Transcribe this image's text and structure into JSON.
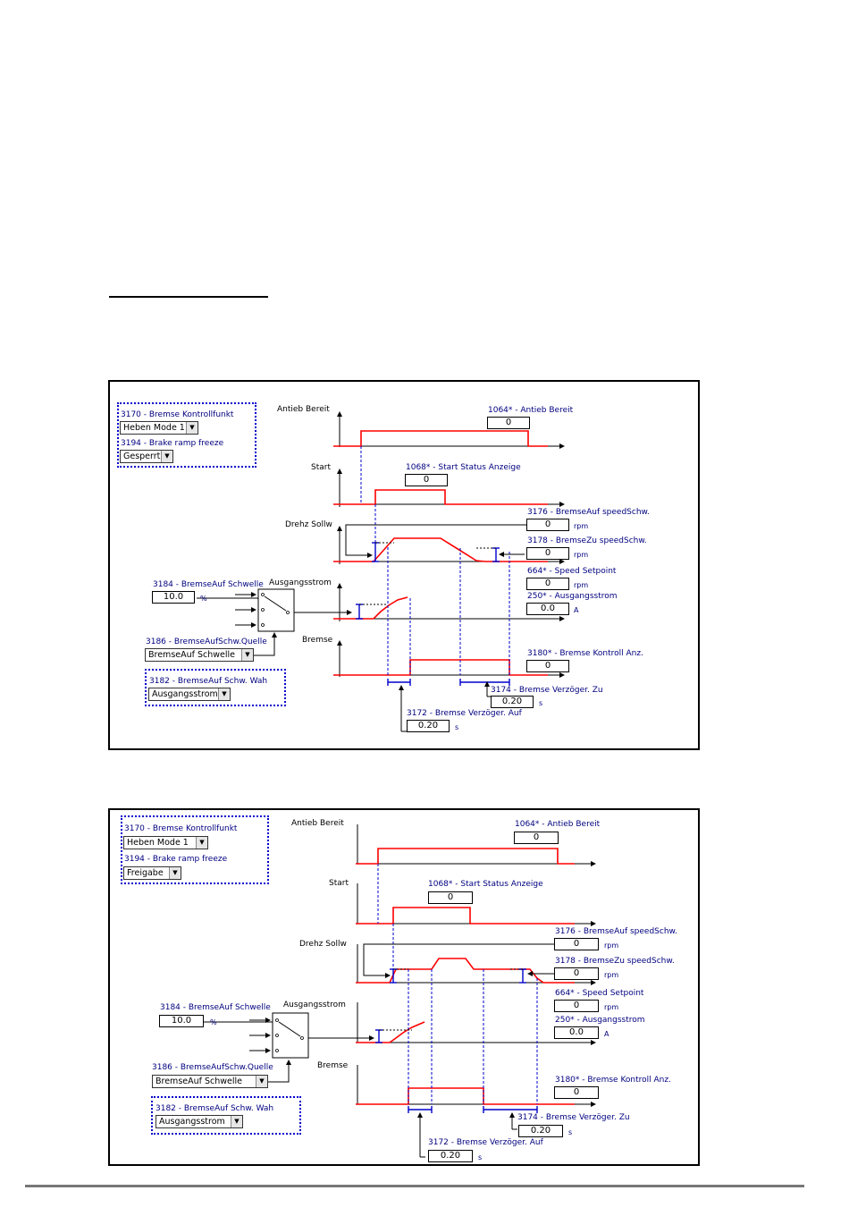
{
  "panels": [
    {
      "sections": {
        "antieb": "Antieb Bereit",
        "start": "Start",
        "drehz": "Drehz Sollw",
        "ausgang": "Ausgangsstrom",
        "bremse": "Bremse"
      },
      "params": {
        "p3170": {
          "label": "3170 - Bremse Kontrollfunkt",
          "value": "Heben Mode 1"
        },
        "p3194": {
          "label": "3194 - Brake ramp freeze",
          "value": "Gesperrt"
        },
        "p1064": {
          "label": "1064* - Antieb Bereit",
          "value": "0"
        },
        "p1068": {
          "label": "1068* - Start Status Anzeige",
          "value": "0"
        },
        "p3176": {
          "label": "3176 - BremseAuf speedSchw.",
          "value": "0",
          "unit": "rpm"
        },
        "p3178": {
          "label": "3178 - BremseZu speedSchw.",
          "value": "0",
          "unit": "rpm"
        },
        "p664": {
          "label": "664* - Speed Setpoint",
          "value": "0",
          "unit": "rpm"
        },
        "p250": {
          "label": "250* - Ausgangsstrom",
          "value": "0.0",
          "unit": "A"
        },
        "p3184": {
          "label": "3184 - BremseAuf Schwelle",
          "value": "10.0",
          "unit": "%"
        },
        "p3186": {
          "label": "3186 - BremseAufSchw.Quelle",
          "value": "BremseAuf Schwelle"
        },
        "p3182": {
          "label": "3182 - BremseAuf Schw. Wah",
          "value": "Ausgangsstrom"
        },
        "p3180": {
          "label": "3180* - Bremse Kontroll Anz.",
          "value": "0"
        },
        "p3174": {
          "label": "3174 - Bremse Verzöger. Zu",
          "value": "0.20",
          "unit": "s"
        },
        "p3172": {
          "label": "3172 - Bremse Verzöger. Auf",
          "value": "0.20",
          "unit": "s"
        }
      }
    },
    {
      "sections": {
        "antieb": "Antieb Bereit",
        "start": "Start",
        "drehz": "Drehz Sollw",
        "ausgang": "Ausgangsstrom",
        "bremse": "Bremse"
      },
      "params": {
        "p3170": {
          "label": "3170 - Bremse Kontrollfunkt",
          "value": "Heben Mode 1"
        },
        "p3194": {
          "label": "3194 - Brake ramp freeze",
          "value": "Freigabe"
        },
        "p1064": {
          "label": "1064* - Antieb Bereit",
          "value": "0"
        },
        "p1068": {
          "label": "1068* - Start Status Anzeige",
          "value": "0"
        },
        "p3176": {
          "label": "3176 - BremseAuf speedSchw.",
          "value": "0",
          "unit": "rpm"
        },
        "p3178": {
          "label": "3178 - BremseZu speedSchw.",
          "value": "0",
          "unit": "rpm"
        },
        "p664": {
          "label": "664* - Speed Setpoint",
          "value": "0",
          "unit": "rpm"
        },
        "p250": {
          "label": "250* - Ausgangsstrom",
          "value": "0.0",
          "unit": "A"
        },
        "p3184": {
          "label": "3184 - BremseAuf Schwelle",
          "value": "10.0",
          "unit": "%"
        },
        "p3186": {
          "label": "3186 - BremseAufSchw.Quelle",
          "value": "BremseAuf Schwelle"
        },
        "p3182": {
          "label": "3182 - BremseAuf Schw. Wah",
          "value": "Ausgangsstrom"
        },
        "p3180": {
          "label": "3180* - Bremse Kontroll Anz.",
          "value": "0"
        },
        "p3174": {
          "label": "3174 - Bremse Verzöger. Zu",
          "value": "0.20",
          "unit": "s"
        },
        "p3172": {
          "label": "3172 - Bremse Verzöger. Auf",
          "value": "0.20",
          "unit": "s"
        }
      }
    }
  ],
  "colors": {
    "signal": "#ff0000",
    "guide": "#0000cc",
    "label": "#000080"
  }
}
